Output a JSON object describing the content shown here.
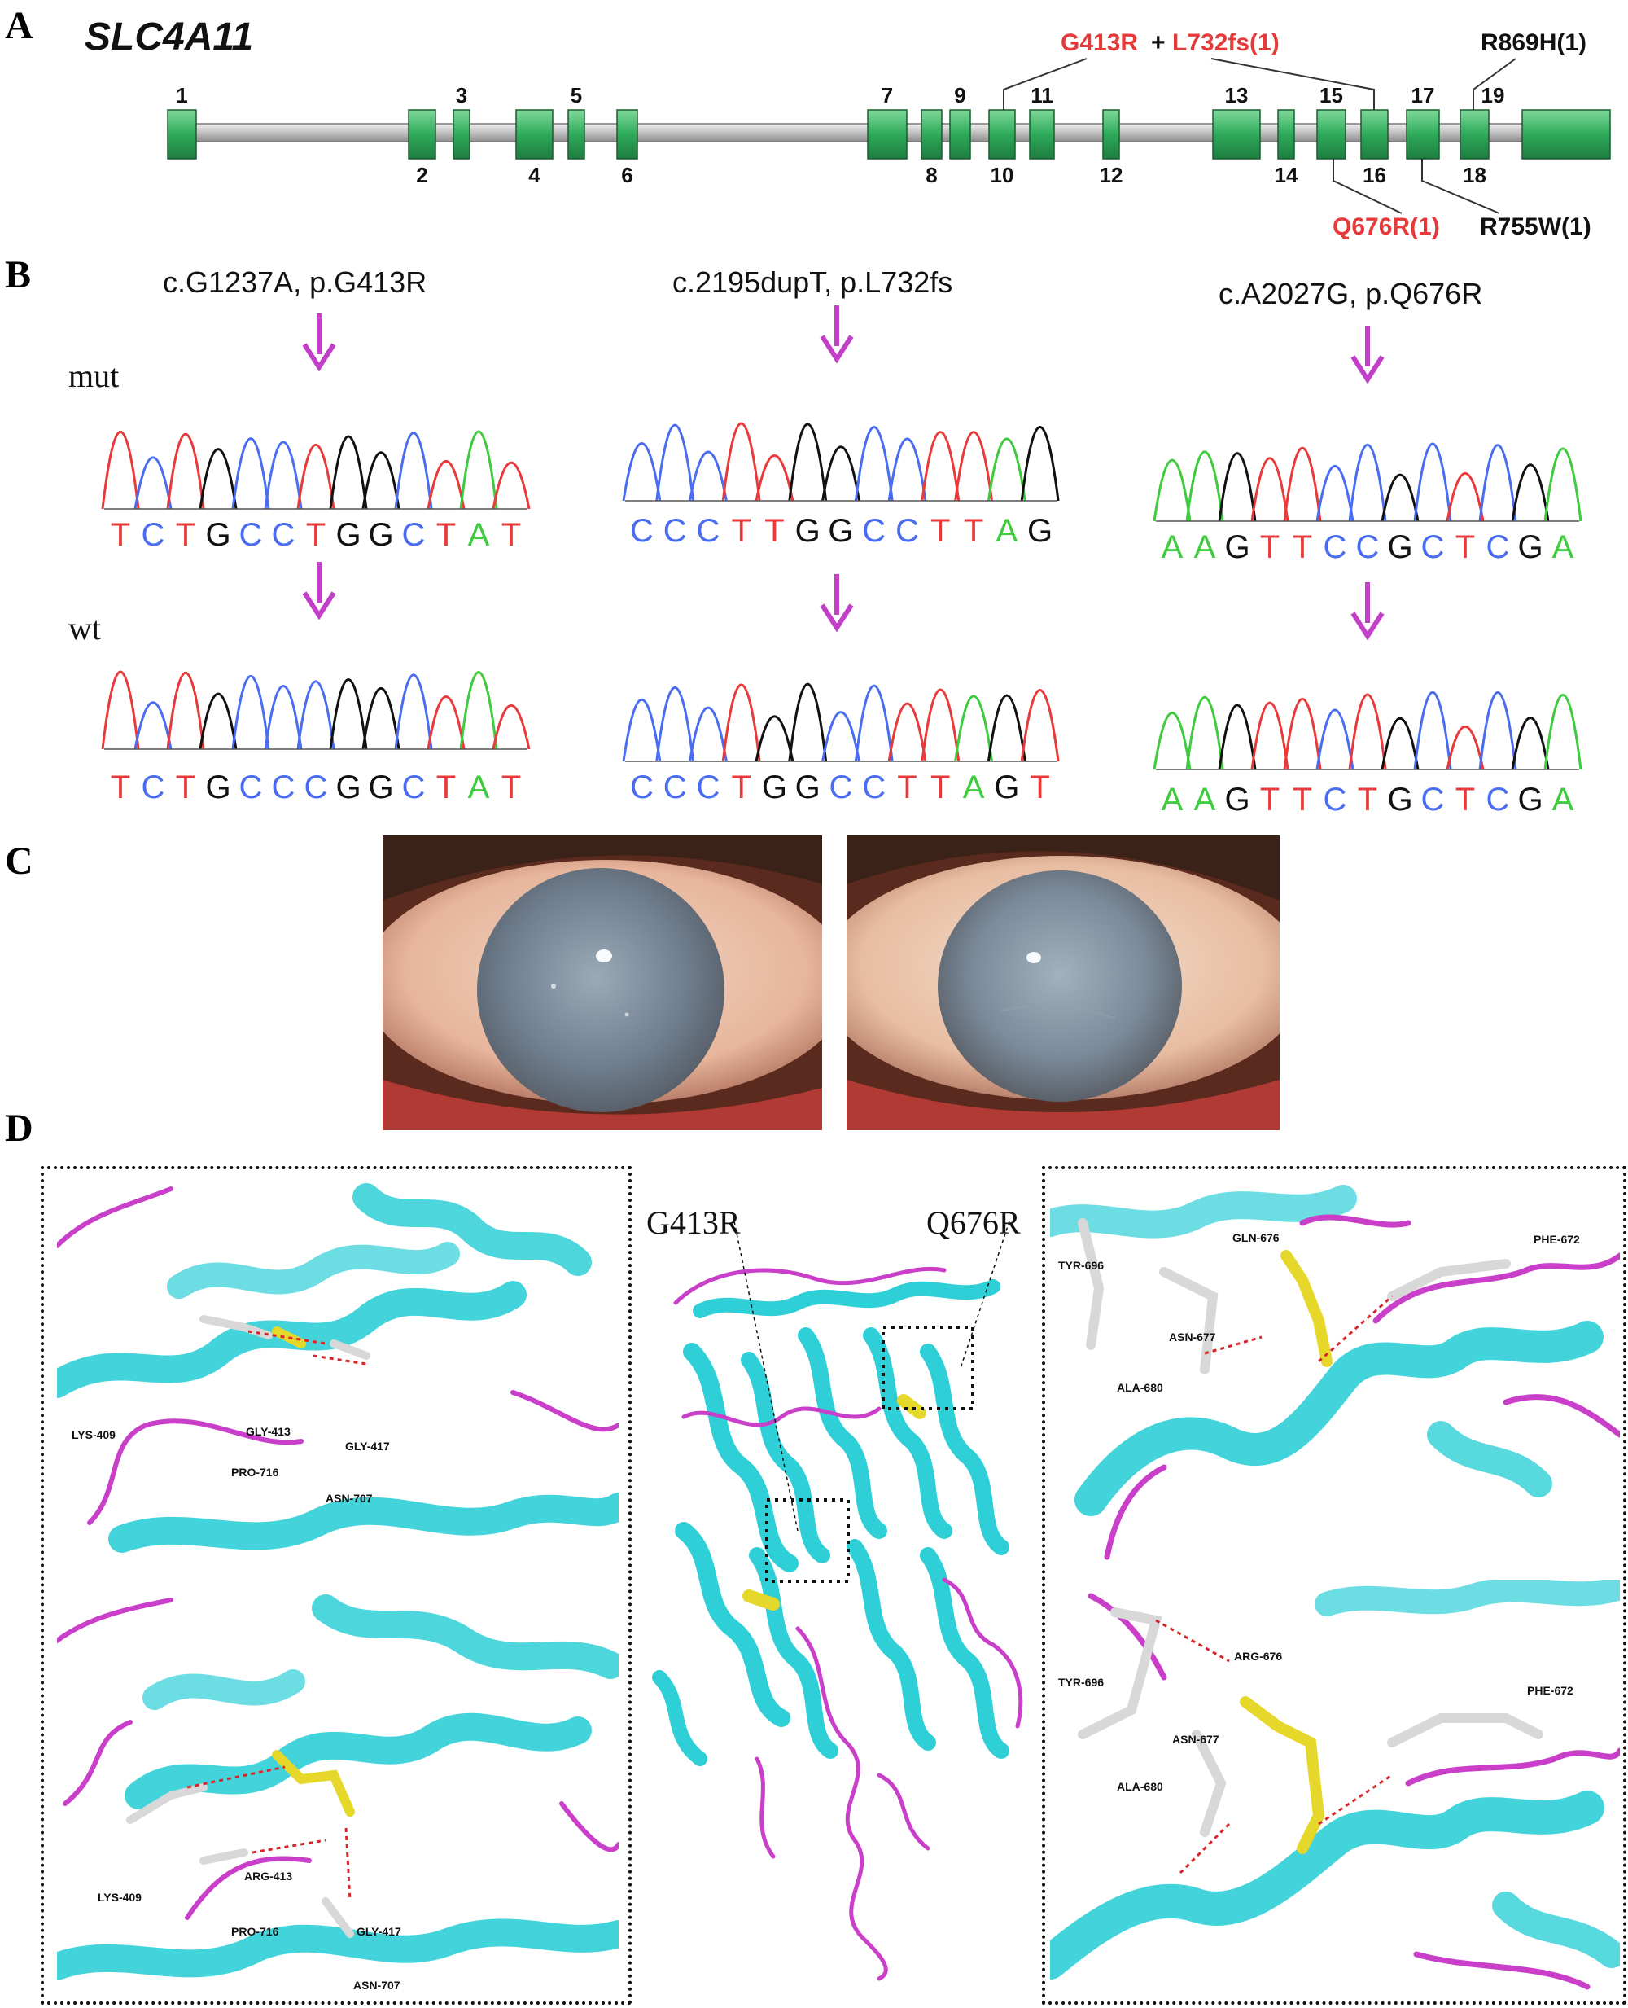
{
  "panels": {
    "a": "A",
    "b": "B",
    "c": "C",
    "d": "D"
  },
  "panel_a": {
    "gene": "SLC4A11",
    "exons": [
      "1",
      "2",
      "3",
      "4",
      "5",
      "6",
      "7",
      "8",
      "9",
      "10",
      "11",
      "12",
      "13",
      "14",
      "15",
      "16",
      "17",
      "18",
      "19"
    ],
    "mutations": {
      "top_compound_red1": "G413R",
      "plus": "+",
      "top_compound_red2": "L732fs(1)",
      "top_right": "R869H(1)",
      "bottom_red": "Q676R(1)",
      "bottom_right": "R755W(1)"
    },
    "colors": {
      "exon": "#2eaa5a",
      "backbone": "#c8c8c8",
      "mut_red": "#e53a3a"
    }
  },
  "panel_b": {
    "row_labels": {
      "mut": "mut",
      "wt": "wt"
    },
    "columns": [
      {
        "title": "c.G1237A, p.G413R",
        "mut_seq": [
          "T",
          "C",
          "T",
          "G",
          "C",
          "C",
          "T",
          "G",
          "G",
          "C",
          "T",
          "A",
          "T"
        ],
        "wt_seq": [
          "T",
          "C",
          "T",
          "G",
          "C",
          "C",
          "C",
          "G",
          "G",
          "C",
          "T",
          "A",
          "T"
        ]
      },
      {
        "title": "c.2195dupT, p.L732fs",
        "mut_seq": [
          "C",
          "C",
          "C",
          "T",
          "T",
          "G",
          "G",
          "C",
          "C",
          "T",
          "T",
          "A",
          "G"
        ],
        "wt_seq": [
          "C",
          "C",
          "C",
          "T",
          "G",
          "G",
          "C",
          "C",
          "T",
          "T",
          "A",
          "G",
          "T"
        ]
      },
      {
        "title": "c.A2027G, p.Q676R",
        "mut_seq": [
          "A",
          "A",
          "G",
          "T",
          "T",
          "C",
          "C",
          "G",
          "C",
          "T",
          "C",
          "G",
          "A"
        ],
        "wt_seq": [
          "A",
          "A",
          "G",
          "T",
          "T",
          "C",
          "T",
          "G",
          "C",
          "T",
          "C",
          "G",
          "A"
        ]
      }
    ],
    "base_colors": {
      "A": "#3ecb3e",
      "C": "#4a6cf0",
      "G": "#111111",
      "T": "#e83a3a"
    },
    "arrow_color": "#c23fc8"
  },
  "panel_d": {
    "labels": {
      "left_site": "G413R",
      "right_site": "Q676R"
    },
    "top_left_residues": [
      "LYS-409",
      "GLY-413",
      "GLY-417",
      "PRO-716",
      "ASN-707"
    ],
    "bottom_left_residues": [
      "LYS-409",
      "ARG-413",
      "PRO-716",
      "GLY-417",
      "ASN-707"
    ],
    "top_right_residues": [
      "TYR-696",
      "GLN-676",
      "PHE-672",
      "ASN-677",
      "ALA-680"
    ],
    "bottom_right_residues": [
      "TYR-696",
      "ARG-676",
      "PHE-672",
      "ASN-677",
      "ALA-680"
    ],
    "colors": {
      "helix": "#2ecfd6",
      "loop": "#c93fc9",
      "mutant": "#e6d82a"
    }
  }
}
